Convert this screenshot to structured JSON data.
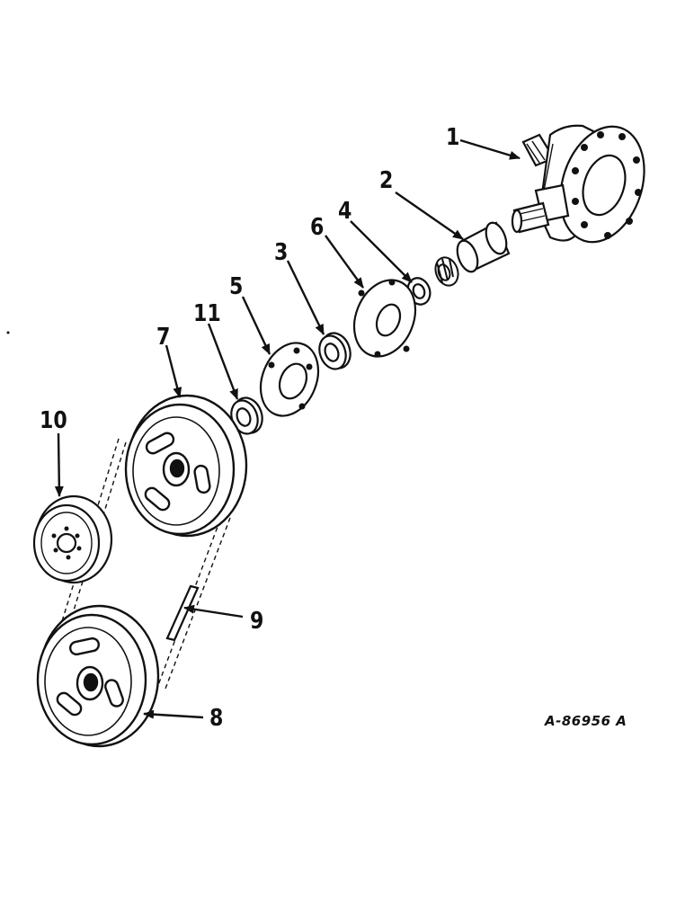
{
  "callouts": {
    "c1": "1",
    "c2": "2",
    "c3": "3",
    "c4": "4",
    "c5": "5",
    "c6": "6",
    "c7": "7",
    "c8": "8",
    "c9": "9",
    "c10": "10",
    "c11": "11"
  },
  "drawing_id": "A-86956 A",
  "colors": {
    "ink": "#111111",
    "paper": "#ffffff"
  }
}
